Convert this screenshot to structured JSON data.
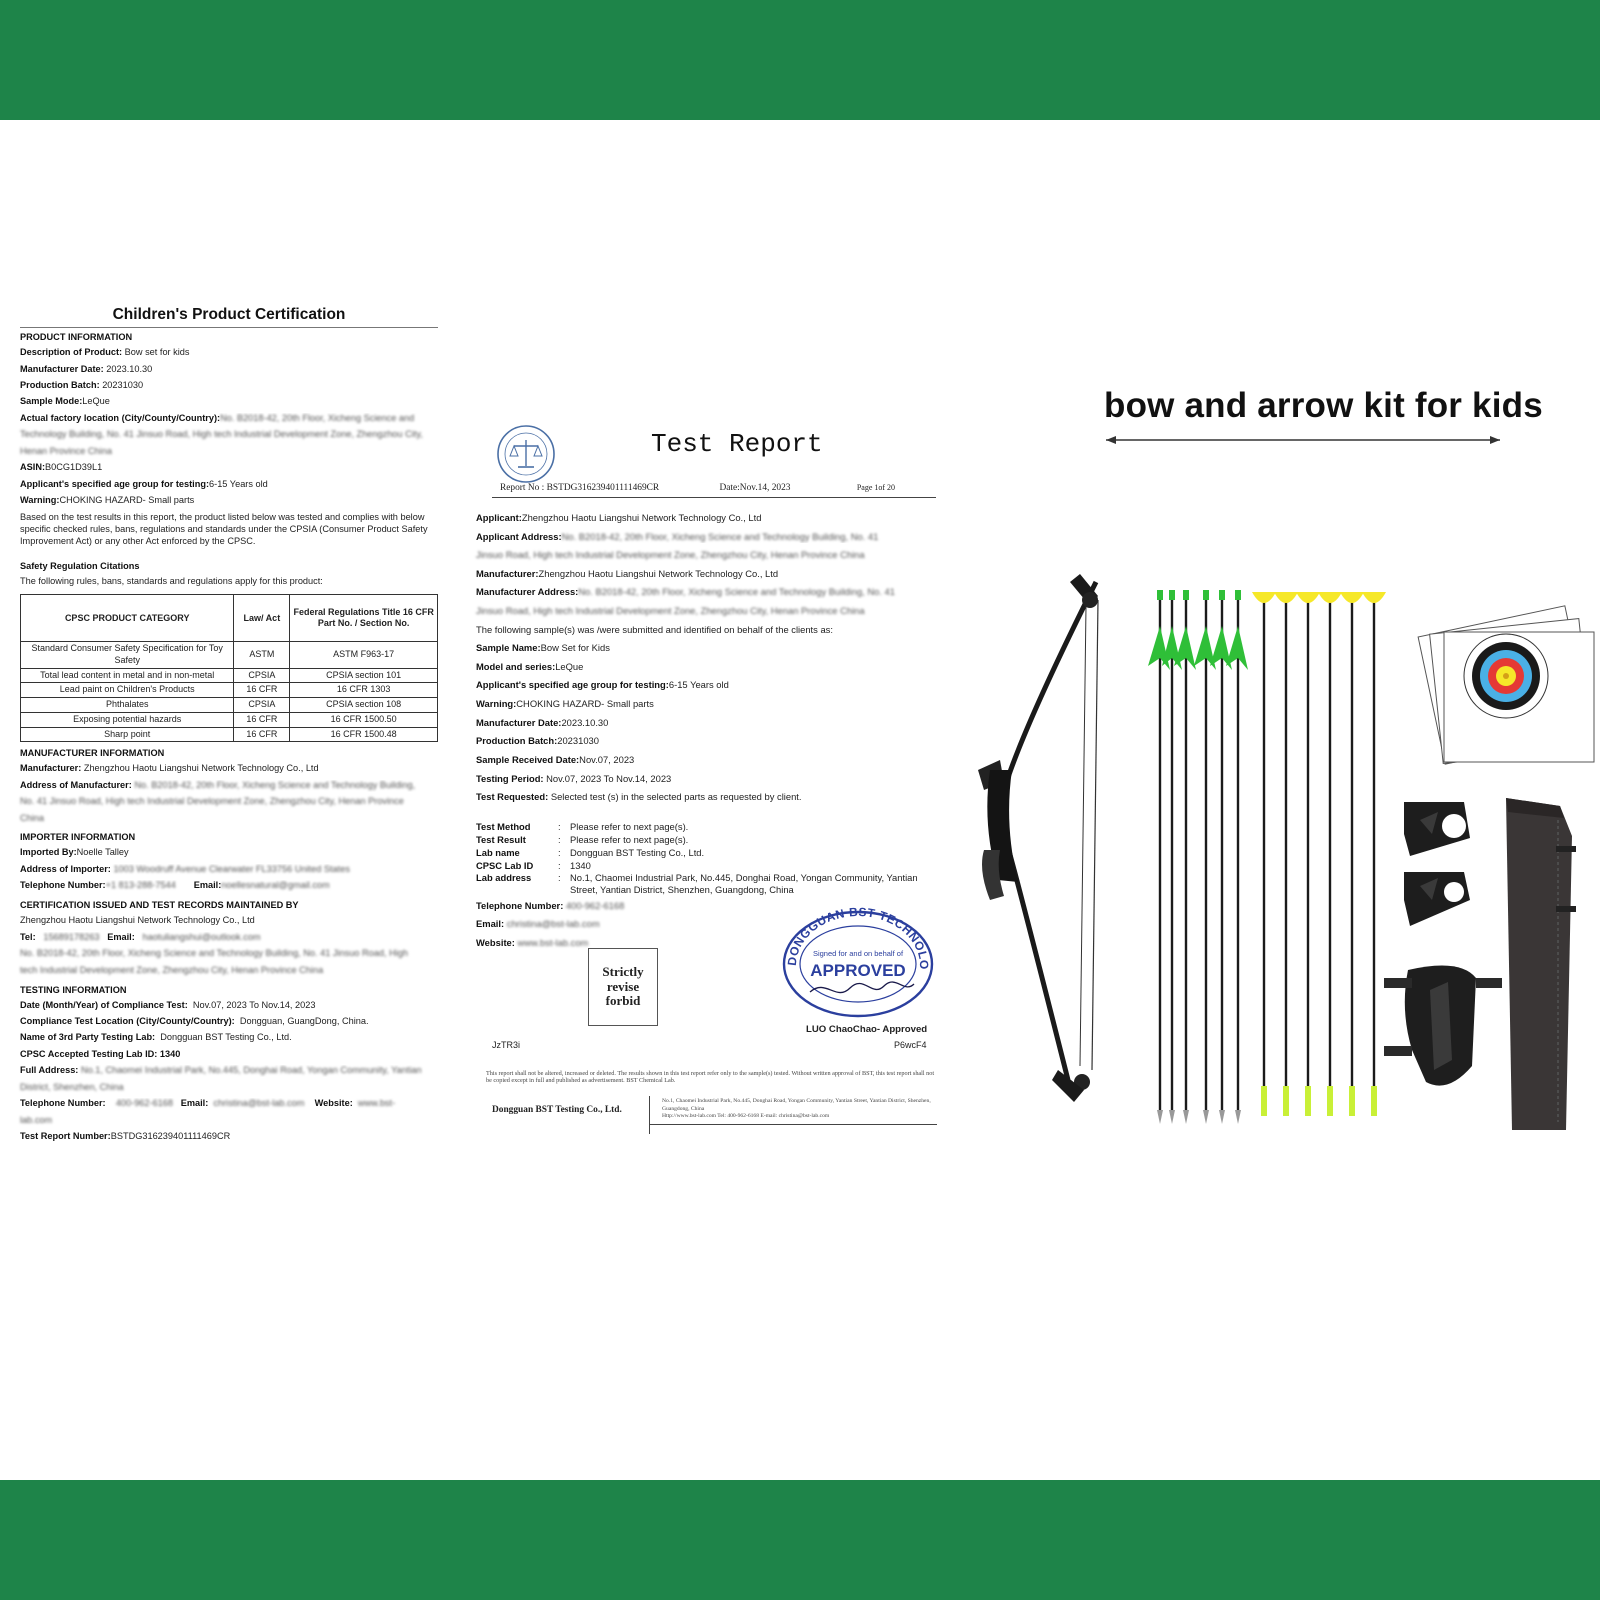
{
  "certificate": {
    "title": "Children's Product Certification",
    "product_info": {
      "heading": "PRODUCT INFORMATION",
      "description_label": "Description of Product:",
      "description": "Bow set for kids",
      "manufacture_date_label": "Manufacturer Date:",
      "manufacture_date": "2023.10.30",
      "production_batch_label": "Production Batch:",
      "production_batch": "20231030",
      "sample_mode_label": "Sample Mode:",
      "sample_mode": "LeQue",
      "factory_label": "Actual factory location (City/County/Country):",
      "factory_1": "No. B2018-42, 20th Floor, Xicheng Science and",
      "factory_2": "Technology Building, No. 41 Jinsuo Road, High tech Industrial Development Zone, Zhengzhou City,",
      "factory_3": "Henan Province China",
      "asin_label": "ASIN:",
      "asin": "B0CG1D39L1",
      "age_label": "Applicant's specified age group for testing:",
      "age": "6-15 Years old",
      "warning_label": "Warning:",
      "warning": "CHOKING HAZARD- Small parts",
      "statement": "Based on the test results in this report, the product listed below was tested and complies with below specific checked rules, bans, regulations and standards under the CPSIA (Consumer Product Safety Improvement Act) or any other Act enforced by the CPSC."
    },
    "safety": {
      "heading": "Safety Regulation Citations",
      "intro": "The following rules, bans, standards and regulations apply for this product:"
    },
    "table": {
      "headers": [
        "CPSC PRODUCT CATEGORY",
        "Law/ Act",
        "Federal Regulations Title 16 CFR Part No. / Section No."
      ],
      "rows": [
        [
          "Standard Consumer Safety Specification for Toy Safety",
          "ASTM",
          "ASTM F963-17"
        ],
        [
          "Total lead content in metal and in non-metal",
          "CPSIA",
          "CPSIA section 101"
        ],
        [
          "Lead paint on Children's Products",
          "16 CFR",
          "16 CFR 1303"
        ],
        [
          "Phthalates",
          "CPSIA",
          "CPSIA section 108"
        ],
        [
          "Exposing potential hazards",
          "16 CFR",
          "16 CFR 1500.50"
        ],
        [
          "Sharp point",
          "16 CFR",
          "16 CFR 1500.48"
        ]
      ]
    },
    "manufacturer": {
      "heading": "MANUFACTURER INFORMATION",
      "name_label": "Manufacturer:",
      "name": "Zhengzhou Haotu Liangshui Network Technology Co., Ltd",
      "address_label": "Address of Manufacturer:",
      "address_1": "No. B2018-42, 20th Floor, Xicheng Science and Technology Building,",
      "address_2": "No. 41 Jinsuo Road, High tech Industrial Development Zone, Zhengzhou City, Henan Province",
      "address_3": "China"
    },
    "importer": {
      "heading": "IMPORTER INFORMATION",
      "by_label": "Imported By:",
      "by": "Noelle Talley",
      "address_label": "Address of Importer:",
      "address": "1003 Woodruff Avenue Clearwater FL33756 United States",
      "phone_label": "Telephone Number:",
      "phone": "+1 813-288-7544",
      "email_label": "Email:",
      "email": "noellesnatural@gmail.com"
    },
    "records": {
      "heading": "CERTIFICATION ISSUED AND TEST RECORDS MAINTAINED BY",
      "company": "Zhengzhou Haotu Liangshui Network Technology Co., Ltd",
      "tel_label": "Tel:",
      "tel": "15689178263",
      "email_label": "Email:",
      "email": "haotuliangshui@outlook.com",
      "address_1": "No. B2018-42, 20th Floor, Xicheng Science and Technology Building, No. 41 Jinsuo Road, High",
      "address_2": "tech Industrial Development Zone, Zhengzhou City, Henan Province China"
    },
    "testing": {
      "heading": "TESTING INFORMATION",
      "date_label": "Date (Month/Year) of Compliance Test:",
      "date": "Nov.07, 2023 To Nov.14, 2023",
      "location_label": "Compliance Test Location (City/County/Country):",
      "location": "Dongguan, GuangDong, China.",
      "lab_label": "Name of 3rd Party Testing Lab:",
      "lab": "Dongguan BST Testing Co., Ltd.",
      "lab_id_label": "CPSC Accepted Testing Lab ID:",
      "lab_id": "1340",
      "full_address_label": "Full Address:",
      "full_address_1": "No.1, Chaomei Industrial Park, No.445, Donghai Road, Yongan Community, Yantian",
      "full_address_2": "District, Shenzhen, China",
      "phone_label": "Telephone Number:",
      "phone": "400-962-6168",
      "email_label": "Email:",
      "email": "christina@bst-lab.com",
      "website_label": "Website:",
      "website_1": "www.bst-",
      "website_2": "lab.com",
      "report_label": "Test Report Number:",
      "report": "BSTDG316239401111469CR"
    }
  },
  "report": {
    "title": "Test Report",
    "report_no_label": "Report No :",
    "report_no": "BSTDG316239401111469CR",
    "date_label": "Date:",
    "date": "Nov.14, 2023",
    "page": "Page 1of 20",
    "applicant_label": "Applicant:",
    "applicant": "Zhengzhou Haotu Liangshui Network Technology Co., Ltd",
    "applicant_address_label": "Applicant Address:",
    "applicant_address_1": "No. B2018-42, 20th Floor, Xicheng Science and Technology Building, No. 41",
    "applicant_address_2": "Jinsuo Road, High tech Industrial Development Zone, Zhengzhou City, Henan Province China",
    "manufacturer_label": "Manufacturer:",
    "manufacturer": "Zhengzhou Haotu Liangshui Network Technology Co., Ltd",
    "manufacturer_address_label": "Manufacturer Address:",
    "manufacturer_address_1": "No. B2018-42, 20th Floor, Xicheng Science and Technology Building, No. 41",
    "manufacturer_address_2": "Jinsuo Road, High tech Industrial Development Zone, Zhengzhou City, Henan Province China",
    "submitted": "The following sample(s) was /were submitted and identified on behalf of the clients as:",
    "sample_name_label": "Sample Name:",
    "sample_name": "Bow Set for Kids",
    "model_label": "Model and series:",
    "model": "LeQue",
    "age_label": "Applicant's specified age group for testing:",
    "age": "6-15 Years old",
    "warning_label": "Warning:",
    "warning": "CHOKING HAZARD- Small parts",
    "mfg_date_label": "Manufacturer Date:",
    "mfg_date": "2023.10.30",
    "batch_label": "Production Batch:",
    "batch": "20231030",
    "received_label": "Sample Received Date:",
    "received": "Nov.07, 2023",
    "period_label": "Testing Period:",
    "period": "Nov.07, 2023 To Nov.14, 2023",
    "requested_label": "Test Requested:",
    "requested": "Selected test (s) in the selected parts as requested by client.",
    "lab_rows": [
      {
        "label": "Test Method",
        "value": "Please refer to next page(s)."
      },
      {
        "label": "Test Result",
        "value": "Please refer to next page(s)."
      },
      {
        "label": "Lab name",
        "value": "Dongguan BST Testing Co., Ltd."
      },
      {
        "label": "CPSC Lab ID",
        "value": "1340"
      },
      {
        "label": "Lab address",
        "value": "No.1, Chaomei Industrial Park, No.445, Donghai Road, Yongan Community, Yantian Street, Yantian District, Shenzhen, Guangdong, China"
      }
    ],
    "telephone_label": "Telephone Number:",
    "telephone": "400-962-6168",
    "email_label": "Email:",
    "email": "christina@bst-lab.com",
    "website_label": "Website:",
    "website": "www.bst-lab.com",
    "strict_1": "Strictly",
    "strict_2": "revise",
    "strict_3": "forbid",
    "stamp_arc": "DONGGUAN BST TECHNOLOGY CO.,LTD",
    "stamp_sub": "Signed for and on behalf of",
    "stamp_approved": "APPROVED",
    "signer": "LUO ChaoChao- Approved",
    "code_left": "JzTR3i",
    "code_right": "P6wcF4",
    "fine_print": "This report shall not be altered, increased or deleted. The results shown in this test report refer only to the sample(s) tested. Without written approval of BST, this test report shall not be copied except in full and published as advertisement. BST Chemical Lab.",
    "footer_name": "Dongguan BST Testing Co., Ltd.",
    "footer_address": "No.1, Chaomei Industrial Park, No.445, Donghai Road, Yongan Community, Yantian Street, Yantian District, Shenzhen, Guangdong, China",
    "footer_contact": "Http://www.bst-lab.com  Tel: 400-962-6168  E-mail: christina@bst-lab.com"
  },
  "product": {
    "title": "bow and arrow kit for kids",
    "colors": {
      "band": "#1e8449",
      "fletching": "#2fbf38",
      "suction_cup": "#f6e829",
      "tip_glow": "#c9f037",
      "bow": "#1a1a1a",
      "quiver": "#3a3636",
      "stamp_blue": "#2b3f9e"
    },
    "icons": [
      "bow-icon",
      "arrow-icon",
      "target-icon",
      "arrow-rest-icon",
      "arm-guard-icon",
      "quiver-icon"
    ]
  }
}
